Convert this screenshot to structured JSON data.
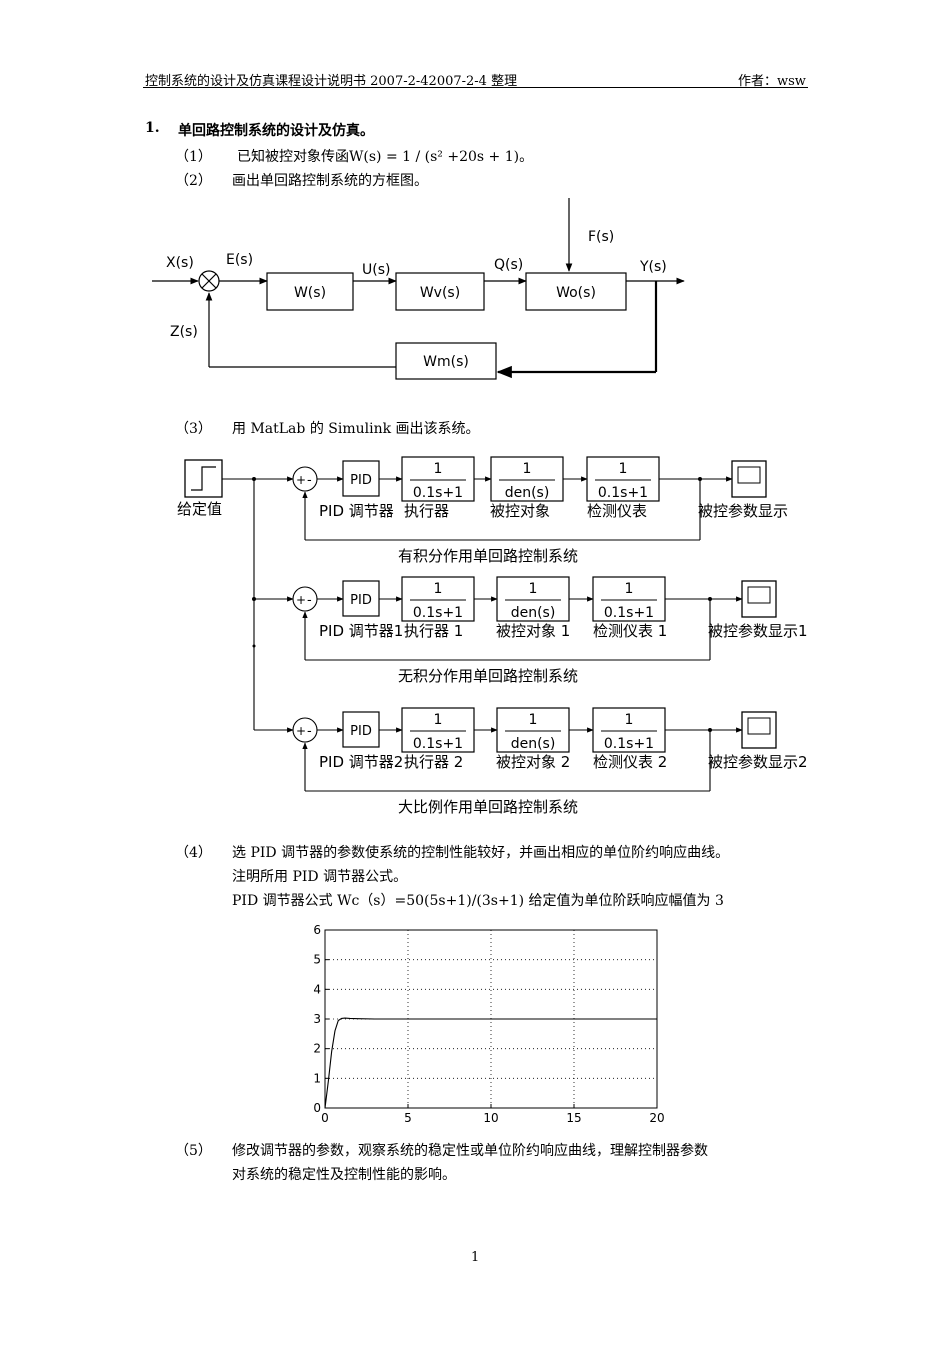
{
  "header": {
    "left": "控制系统的设计及仿真课程设计说明书 2007-2-42007-2-4 整理",
    "right": "作者：wsw"
  },
  "section1": {
    "number": "1.",
    "title": "单回路控制系统的设计及仿真。"
  },
  "items": [
    {
      "label": "（1）",
      "text": "已知被控对象传函W(s) = 1 / (s² +20s + 1)。"
    },
    {
      "label": "（2）",
      "text": "画出单回路控制系统的方框图。"
    },
    {
      "label": "（3）",
      "text": "用 MatLab 的 Simulink 画出该系统。"
    },
    {
      "label": "（4）",
      "text": "选 PID 调节器的参数使系统的控制性能较好，并画出相应的单位阶约响应曲线。",
      "text2": "注明所用 PID 调节器公式。",
      "text3": "PID 调节器公式 Wc（s）=50(5s+1)/(3s+1)  给定值为单位阶跃响应幅值为 3"
    },
    {
      "label": "（5）",
      "text": "修改调节器的参数，观察系统的稳定性或单位阶约响应曲线，理解控制器参数",
      "text2": "对系统的稳定性及控制性能的影响。"
    }
  ],
  "block_diagram": {
    "signals": {
      "x": "X(s)",
      "e": "E(s)",
      "u": "U(s)",
      "q": "Q(s)",
      "y": "Y(s)",
      "f": "F(s)",
      "z": "Z(s)"
    },
    "blocks": {
      "controller": "W(s)",
      "actuator": "Wv(s)",
      "plant": "Wo(s)",
      "sensor": "Wm(s)"
    }
  },
  "simulink": {
    "setpoint_label": "给定值",
    "pid": "PID",
    "num_one": "1",
    "den_act": "0.1s+1",
    "den_plant": "den(s)",
    "den_sensor": "0.1s+1",
    "sum_plus": "+",
    "sum_minus": "-",
    "rows": [
      {
        "pid_label": "PID 调节器",
        "act_label": "执行器",
        "plant_label": "被控对象",
        "sensor_label": "检测仪表",
        "scope_label": "被控参数显示",
        "caption": "有积分作用单回路控制系统"
      },
      {
        "pid_label": "PID 调节器1",
        "act_label": "执行器 1",
        "plant_label": "被控对象 1",
        "sensor_label": "检测仪表 1",
        "scope_label": "被控参数显示1",
        "caption": "无积分作用单回路控制系统"
      },
      {
        "pid_label": "PID 调节器2",
        "act_label": "执行器 2",
        "plant_label": "被控对象 2",
        "sensor_label": "检测仪表 2",
        "scope_label": "被控参数显示2",
        "caption": "大比例作用单回路控制系统"
      }
    ]
  },
  "chart_data": {
    "type": "line",
    "title": "",
    "xlabel": "",
    "ylabel": "",
    "xlim": [
      0,
      20
    ],
    "ylim": [
      0,
      6
    ],
    "x_ticks": [
      "0",
      "5",
      "10",
      "15",
      "20"
    ],
    "y_ticks": [
      "0",
      "1",
      "2",
      "3",
      "4",
      "5",
      "6"
    ],
    "grid": true,
    "series": [
      {
        "x": [
          0,
          0.2,
          0.4,
          0.6,
          0.8,
          1.0,
          1.2,
          1.5,
          2,
          3,
          5,
          10,
          15,
          20
        ],
        "y": [
          0,
          0.9,
          1.9,
          2.6,
          2.95,
          3.02,
          3.03,
          3.02,
          3.01,
          3.0,
          3.0,
          3.0,
          3.0,
          3.0
        ]
      }
    ]
  },
  "page_number": "1"
}
